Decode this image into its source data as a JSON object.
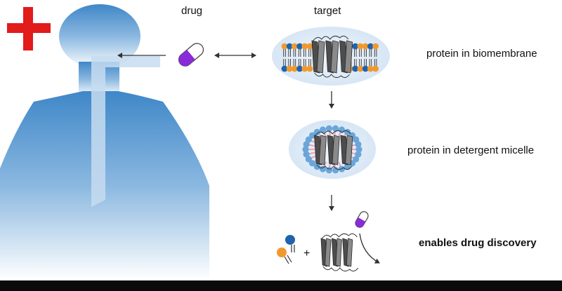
{
  "headers": {
    "drug": "drug",
    "target": "target"
  },
  "captions": {
    "biomembrane": "protein in biomembrane",
    "micelle": "protein in detergent micelle",
    "discovery": "enables drug discovery"
  },
  "icons": {
    "medical_cross": "red-cross-icon",
    "capsule": "capsule-icon",
    "person": "human-silhouette",
    "protein": "transmembrane-protein",
    "lipid": "lipid-molecule"
  },
  "colors": {
    "cross": "#e21b1b",
    "body_top": "#3f87c8",
    "body_bottom": "#ffffff",
    "capsule": "#8a2bd9",
    "lipid_orange": "#f2992e",
    "lipid_blue": "#1f63ad",
    "membrane": "#dce9f6",
    "micelle_head": "#6aa6d9",
    "micelle_tail": "#e9a7b8",
    "protein": "#555555",
    "text": "#111111",
    "footer": "#0a0a0a"
  }
}
